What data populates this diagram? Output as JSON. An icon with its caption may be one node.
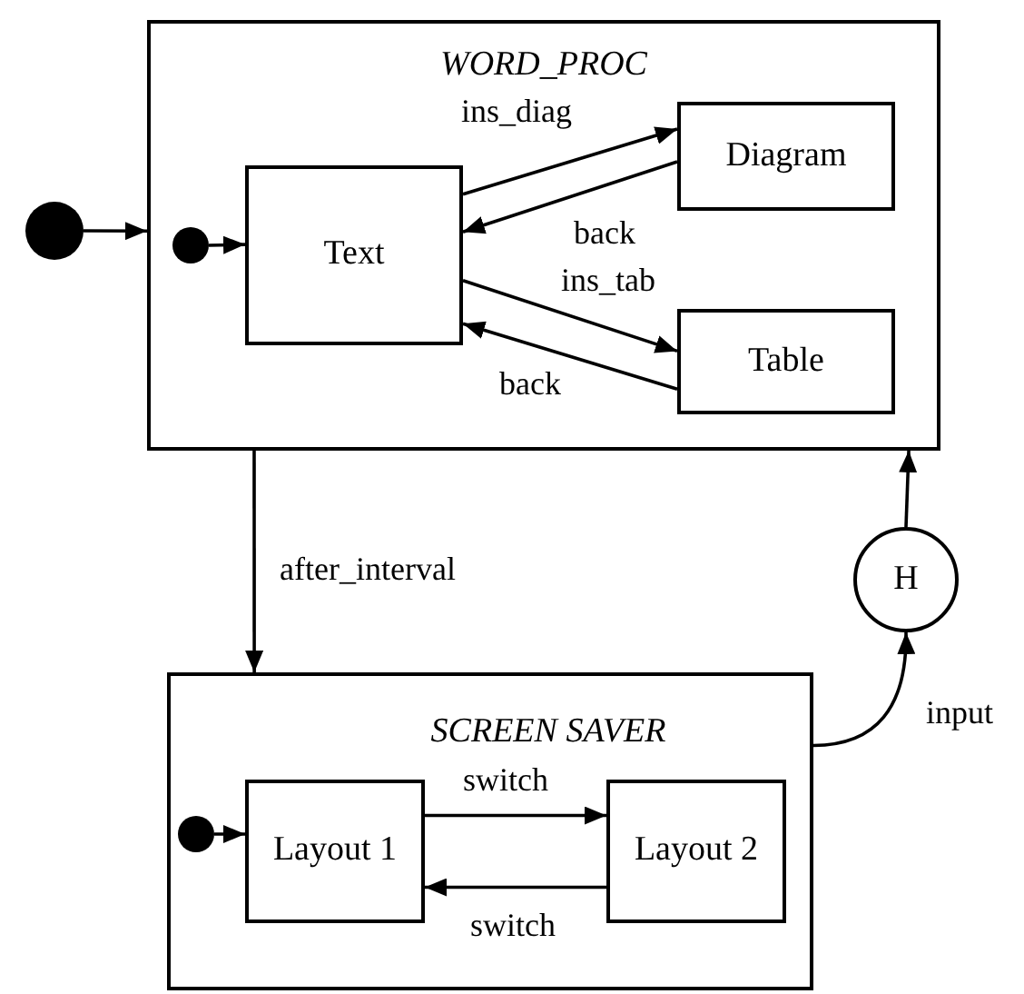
{
  "diagram": {
    "nodes": [
      {
        "text": [],
        "shape": "circle"
      },
      {
        "text": [
          "WORD_PROC"
        ]
      },
      {
        "text": [],
        "shape": "circle",
        "in": 1
      },
      {
        "text": [
          "Text"
        ],
        "in": 1
      },
      {
        "text": [
          "Diagram"
        ],
        "in": 1
      },
      {
        "text": [
          "Table"
        ],
        "in": 1
      },
      {
        "text": [
          "H"
        ]
      },
      {
        "text": [
          "SCREEN SAVER"
        ]
      },
      {
        "text": [],
        "shape": "circle",
        "in": 7
      },
      {
        "text": [
          "Layout 1"
        ],
        "in": 7
      },
      {
        "text": [
          "Layout 2"
        ],
        "in": 7
      }
    ],
    "edges": [
      {
        "from": 0,
        "to": 1,
        "arrow": "to"
      },
      {
        "from": 2,
        "to": 3,
        "arrow": "to"
      },
      {
        "from": 3,
        "to": 4,
        "arrow": "to",
        "label": "ins_diag"
      },
      {
        "from": 4,
        "to": 3,
        "arrow": "to",
        "label": "back"
      },
      {
        "from": 3,
        "to": 5,
        "arrow": "to",
        "label": "ins_tab"
      },
      {
        "from": 5,
        "to": 3,
        "arrow": "to",
        "label": "back"
      },
      {
        "from": 1,
        "to": 7,
        "arrow": "to",
        "label": "after_interval"
      },
      {
        "from": 7,
        "to": 6,
        "arrow": "to",
        "label": "input"
      },
      {
        "from": 6,
        "to": 1,
        "arrow": "to"
      },
      {
        "from": 8,
        "to": 9,
        "arrow": "to"
      },
      {
        "from": 9,
        "to": 10,
        "arrow": "to",
        "label": "switch"
      },
      {
        "from": 10,
        "to": 9,
        "arrow": "to",
        "label": "switch"
      }
    ]
  }
}
